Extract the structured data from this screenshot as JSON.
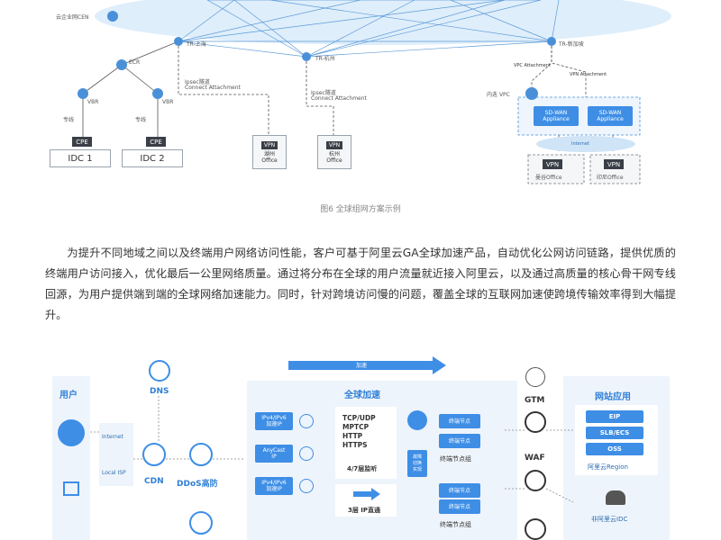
{
  "top": {
    "cen_label": "云企业网CEN",
    "tr_shanghai": "TR-上海",
    "tr_hangzhou": "TR-杭州",
    "tr_singapore": "TR-新加坡",
    "ecr": "ECR",
    "vbr1": "VBR",
    "vbr2": "VBR",
    "line1": "专线",
    "line2": "专线",
    "cpe1": "CPE",
    "cpe2": "CPE",
    "idc1": "IDC 1",
    "idc2": "IDC 2",
    "ipsec1_a": "Ipsec隧道",
    "ipsec1_b": "Connect Attachment",
    "ipsec2_a": "Ipsec隧道",
    "ipsec2_b": "Connect Attachment",
    "vpn1": "VPN",
    "vpn1_office_a": "湖州",
    "vpn1_office_b": "Office",
    "vpn2": "VPN",
    "vpn2_office_a": "杭州",
    "vpn2_office_b": "Office",
    "vpc_attach": "VPC Attachment",
    "vpn_attach": "VPN Attachment",
    "vpc_label": "内迭 VPC",
    "sdwan1_a": "SD-WAN",
    "sdwan1_b": "Appliance",
    "sdwan2_a": "SD-WAN",
    "sdwan2_b": "Appliance",
    "internet": "Internet",
    "vpn3": "VPN",
    "vpn3_office": "曼谷Office",
    "vpn4": "VPN",
    "vpn4_office": "印尼Office"
  },
  "caption": "图6 全球组网方案示例",
  "paragraph": "为提升不同地域之间以及终端用户网络访问性能，客户可基于阿里云GA全球加速产品，自动优化公网访问链路，提供优质的终端用户访问接入，优化最后一公里网络质量。通过将分布在全球的用户流量就近接入阿里云，以及通过高质量的核心骨干网专线回源，为用户提供端到端的全球网络加速能力。同时，针对跨境访问慢的问题，覆盖全球的互联网加速使跨境传输效率得到大幅提升。",
  "bottom": {
    "user": "用户",
    "dns": "DNS",
    "internet": "Internet",
    "local_isp": "Local ISP",
    "cdn": "CDN",
    "ddos": "DDoS高防",
    "arrow_label": "加速",
    "global_accel": "全球加速",
    "ip1_a": "IPv4/IPv6",
    "ip1_b": "加速IP",
    "ip2_a": "AnyCast",
    "ip2_b": "IP",
    "ip3_a": "IPv4/IPv6",
    "ip3_b": "加速IP",
    "protocols": [
      "TCP/UDP",
      "MPTCP",
      "HTTP",
      "HTTPS"
    ],
    "l47": "4/7层监听",
    "l3": "3层 IP直通",
    "failover_a": "故障",
    "failover_b": "切换",
    "failover_c": "实现",
    "node_label1": "终端节点",
    "node_label2": "终端节点",
    "node_label3": "终端节点",
    "node_label4": "终端节点",
    "node_group1": "终端节点组",
    "node_group2": "终端节点组",
    "gtm": "GTM",
    "waf": "WAF",
    "site_app": "网站应用",
    "eip": "EIP",
    "slb": "SLB/ECS",
    "oss": "OSS",
    "region": "阿里云Region",
    "non_idc": "非阿里云IDC"
  }
}
